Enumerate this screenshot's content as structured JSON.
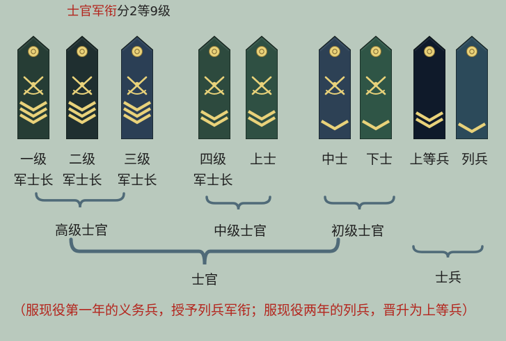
{
  "title": {
    "part1": "士官军衔",
    "part2": "分2等9级"
  },
  "ranks": [
    {
      "line1": "一级",
      "line2": "军士长",
      "fill": "#263d35",
      "chevrons": 3,
      "crossed": true
    },
    {
      "line1": "二级",
      "line2": "军士长",
      "fill": "#1f2f30",
      "chevrons": 3,
      "crossed": true
    },
    {
      "line1": "三级",
      "line2": "军士长",
      "fill": "#2b3f55",
      "chevrons": 3,
      "crossed": true
    },
    {
      "line1": "四级",
      "line2": "军士长",
      "fill": "#2d4a3e",
      "chevrons": 2,
      "crossed": true
    },
    {
      "line1": "上士",
      "line2": "",
      "fill": "#2f5043",
      "chevrons": 2,
      "crossed": true
    },
    {
      "line1": "中士",
      "line2": "",
      "fill": "#2d4155",
      "chevrons": 1,
      "crossed": true
    },
    {
      "line1": "下士",
      "line2": "",
      "fill": "#2f5546",
      "chevrons": 1,
      "crossed": true
    },
    {
      "line1": "上等兵",
      "line2": "",
      "fill": "#0f1a2a",
      "chevrons": 2,
      "crossed": false
    },
    {
      "line1": "列兵",
      "line2": "",
      "fill": "#2c4a5a",
      "chevrons": 1,
      "crossed": false
    }
  ],
  "groups": {
    "senior": "高级士官",
    "middle": "中级士官",
    "junior": "初级士官",
    "nco": "士官",
    "soldier": "士兵"
  },
  "note": "（服现役第一年的义务兵，授予列兵军衔；服现役两年的列兵，晋升为上等兵）",
  "colors": {
    "gold": "#e9d27a",
    "red": "#b3261e",
    "brace": "#4f6a78"
  }
}
